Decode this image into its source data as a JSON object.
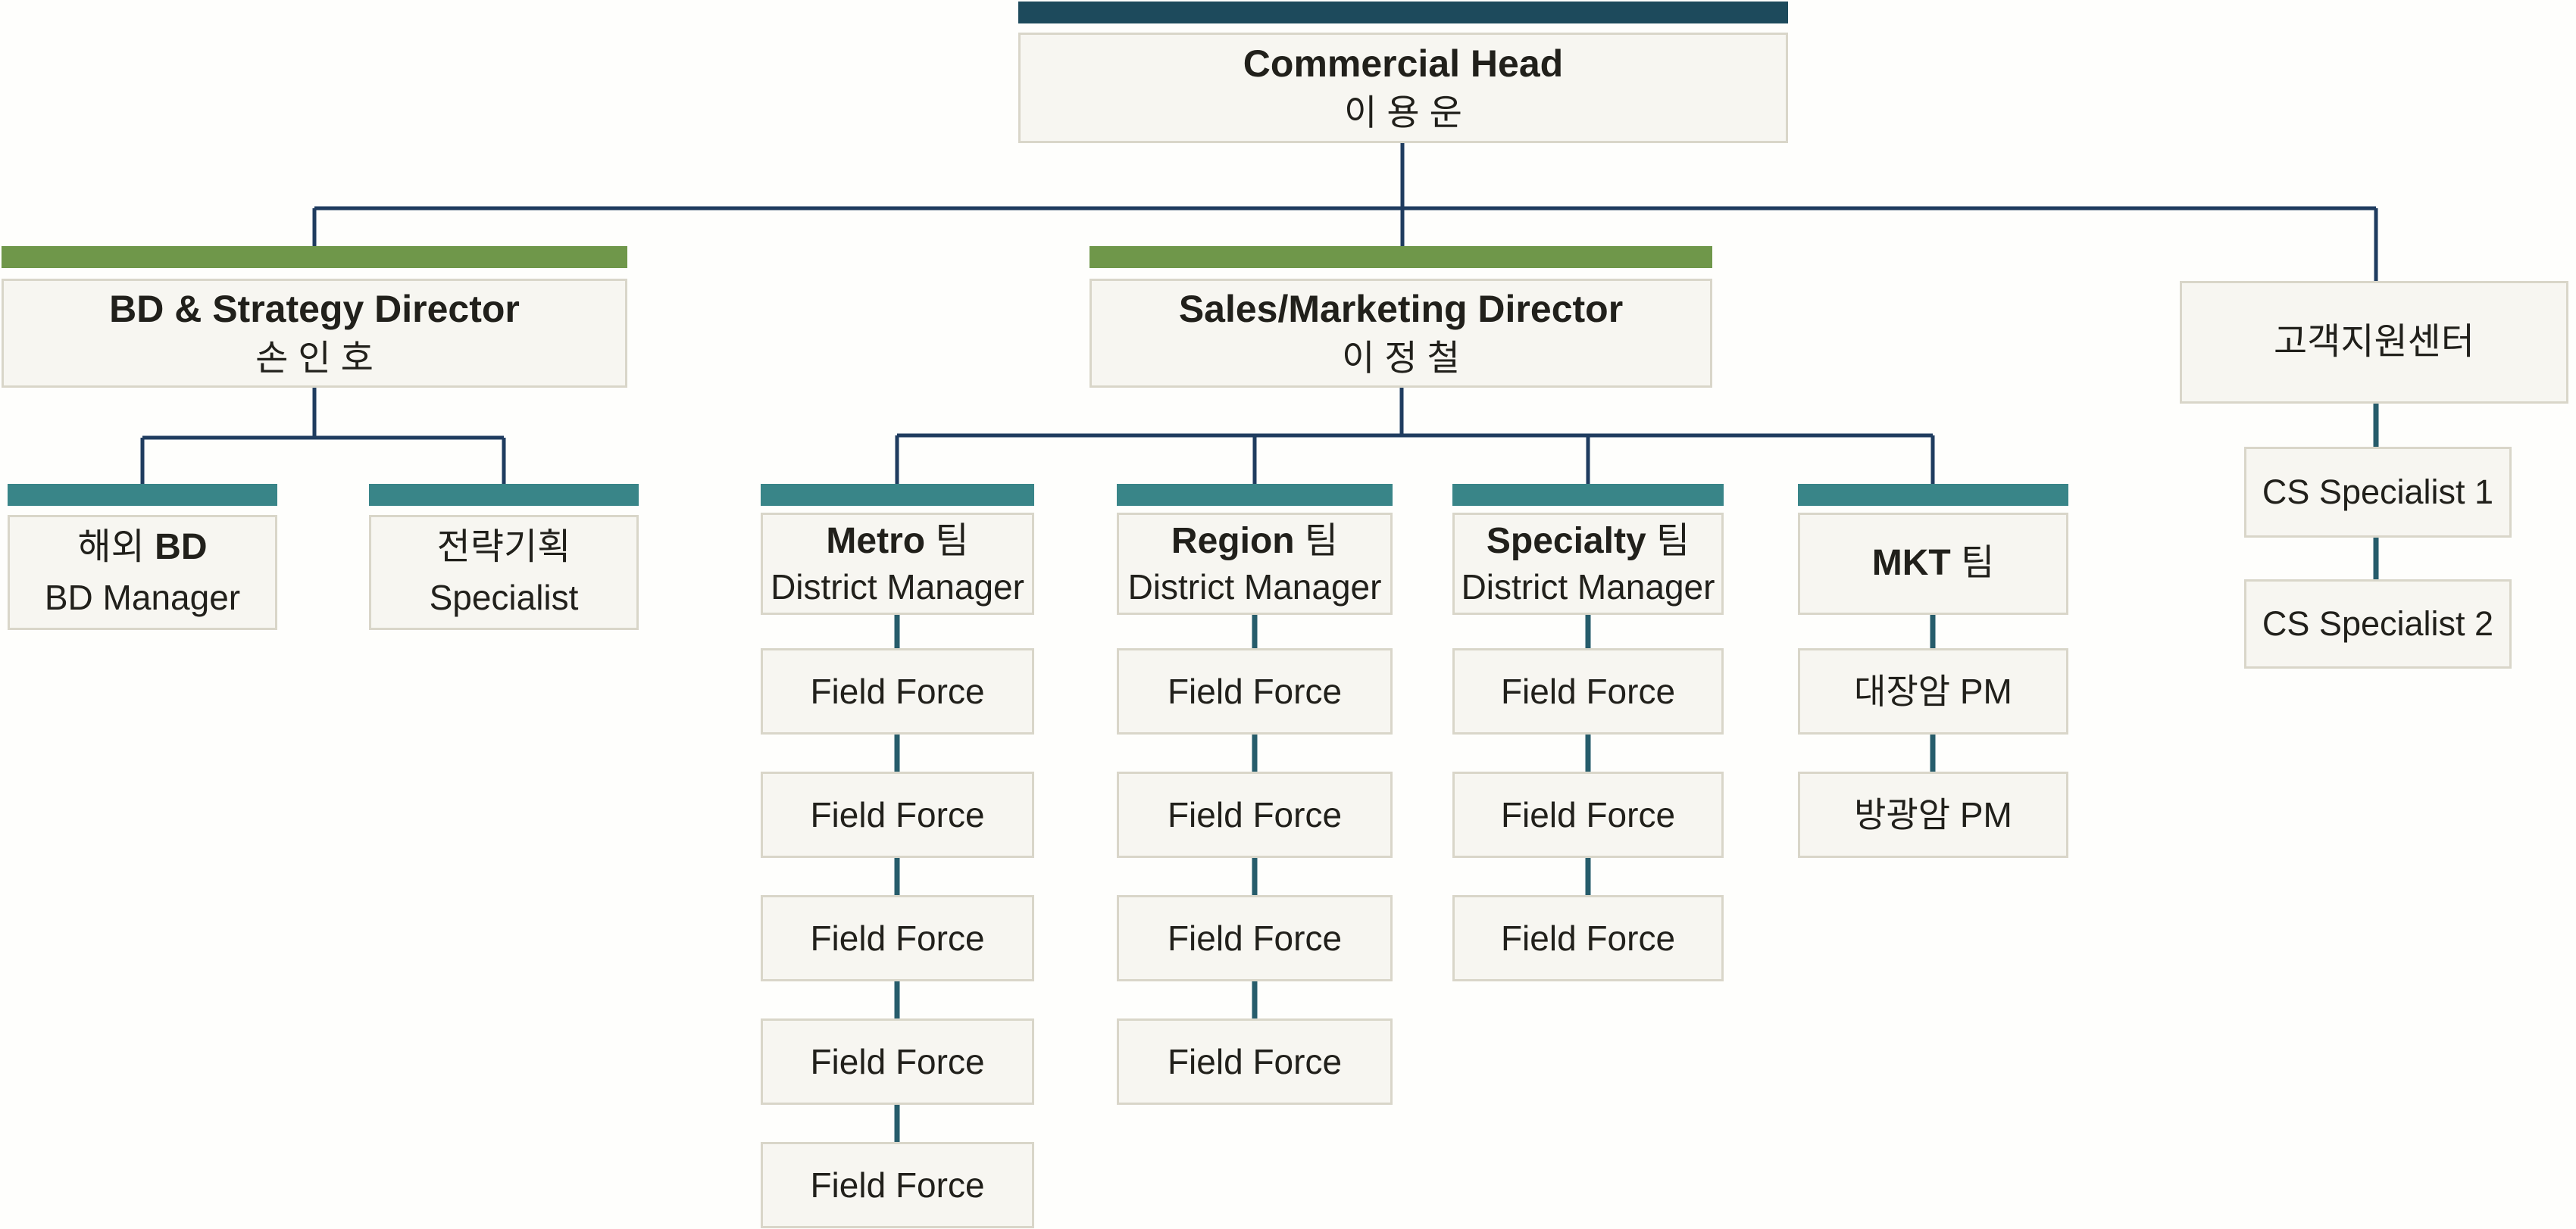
{
  "page": {
    "background": "#fefefc"
  },
  "colors": {
    "bar_dark_teal": "#1d4a5c",
    "bar_green": "#6f974a",
    "bar_teal": "#398588",
    "box_fill": "#f7f6f1",
    "box_border": "#d9d6c9",
    "line_navy": "#1f3c5f",
    "line_teal": "#265c6b",
    "text": "#21201b"
  },
  "org": {
    "nodes": [
      {
        "id": "commercial-head",
        "bar": "dark_teal",
        "line1": [
          {
            "t": "Commercial Head",
            "b": true
          }
        ],
        "line2": "이 용 운"
      },
      {
        "id": "bd-strategy-director",
        "bar": "green",
        "line1": [
          {
            "t": "BD & Strategy Director",
            "b": true
          }
        ],
        "line2": "손 인 호"
      },
      {
        "id": "sales-marketing-director",
        "bar": "green",
        "line1": [
          {
            "t": "Sales/Marketing Director",
            "b": true
          }
        ],
        "line2": "이 정 철"
      },
      {
        "id": "customer-support-center",
        "bar": "none",
        "line1": [
          {
            "t": "고객지원센터",
            "b": false
          }
        ],
        "line2": null
      },
      {
        "id": "overseas-bd",
        "bar": "teal",
        "line1": [
          {
            "t": "해외 ",
            "b": false
          },
          {
            "t": "BD",
            "b": true
          }
        ],
        "line2": "BD Manager"
      },
      {
        "id": "strategy-planning",
        "bar": "teal",
        "line1": [
          {
            "t": "전략기획",
            "b": false
          }
        ],
        "line2": "Specialist"
      },
      {
        "id": "metro-team",
        "bar": "teal",
        "line1": [
          {
            "t": "Metro",
            "b": true
          },
          {
            "t": " 팀",
            "b": false
          }
        ],
        "line2": "District Manager"
      },
      {
        "id": "region-team",
        "bar": "teal",
        "line1": [
          {
            "t": "Region",
            "b": true
          },
          {
            "t": " 팀",
            "b": false
          }
        ],
        "line2": "District Manager"
      },
      {
        "id": "specialty-team",
        "bar": "teal",
        "line1": [
          {
            "t": "Specialty",
            "b": true
          },
          {
            "t": " 팀",
            "b": false
          }
        ],
        "line2": "District Manager"
      },
      {
        "id": "mkt-team",
        "bar": "teal",
        "line1": [
          {
            "t": "MKT",
            "b": true
          },
          {
            "t": " 팀",
            "b": false
          }
        ],
        "line2": null
      },
      {
        "id": "metro-ff-1",
        "bar": "none",
        "line1": [
          {
            "t": "Field Force",
            "b": false
          }
        ],
        "line2": null
      },
      {
        "id": "metro-ff-2",
        "bar": "none",
        "line1": [
          {
            "t": "Field Force",
            "b": false
          }
        ],
        "line2": null
      },
      {
        "id": "metro-ff-3",
        "bar": "none",
        "line1": [
          {
            "t": "Field Force",
            "b": false
          }
        ],
        "line2": null
      },
      {
        "id": "metro-ff-4",
        "bar": "none",
        "line1": [
          {
            "t": "Field Force",
            "b": false
          }
        ],
        "line2": null
      },
      {
        "id": "metro-ff-5",
        "bar": "none",
        "line1": [
          {
            "t": "Field Force",
            "b": false
          }
        ],
        "line2": null
      },
      {
        "id": "region-ff-1",
        "bar": "none",
        "line1": [
          {
            "t": "Field Force",
            "b": false
          }
        ],
        "line2": null
      },
      {
        "id": "region-ff-2",
        "bar": "none",
        "line1": [
          {
            "t": "Field Force",
            "b": false
          }
        ],
        "line2": null
      },
      {
        "id": "region-ff-3",
        "bar": "none",
        "line1": [
          {
            "t": "Field Force",
            "b": false
          }
        ],
        "line2": null
      },
      {
        "id": "region-ff-4",
        "bar": "none",
        "line1": [
          {
            "t": "Field Force",
            "b": false
          }
        ],
        "line2": null
      },
      {
        "id": "specialty-ff-1",
        "bar": "none",
        "line1": [
          {
            "t": "Field Force",
            "b": false
          }
        ],
        "line2": null
      },
      {
        "id": "specialty-ff-2",
        "bar": "none",
        "line1": [
          {
            "t": "Field Force",
            "b": false
          }
        ],
        "line2": null
      },
      {
        "id": "specialty-ff-3",
        "bar": "none",
        "line1": [
          {
            "t": "Field Force",
            "b": false
          }
        ],
        "line2": null
      },
      {
        "id": "colorectal-pm",
        "bar": "none",
        "line1": [
          {
            "t": "대장암 PM",
            "b": false
          }
        ],
        "line2": null
      },
      {
        "id": "bladder-pm",
        "bar": "none",
        "line1": [
          {
            "t": "방광암 PM",
            "b": false
          }
        ],
        "line2": null
      },
      {
        "id": "cs-specialist-1",
        "bar": "none",
        "line1": [
          {
            "t": "CS Specialist 1",
            "b": false
          }
        ],
        "line2": null
      },
      {
        "id": "cs-specialist-2",
        "bar": "none",
        "line1": [
          {
            "t": "CS Specialist 2",
            "b": false
          }
        ],
        "line2": null
      }
    ]
  }
}
